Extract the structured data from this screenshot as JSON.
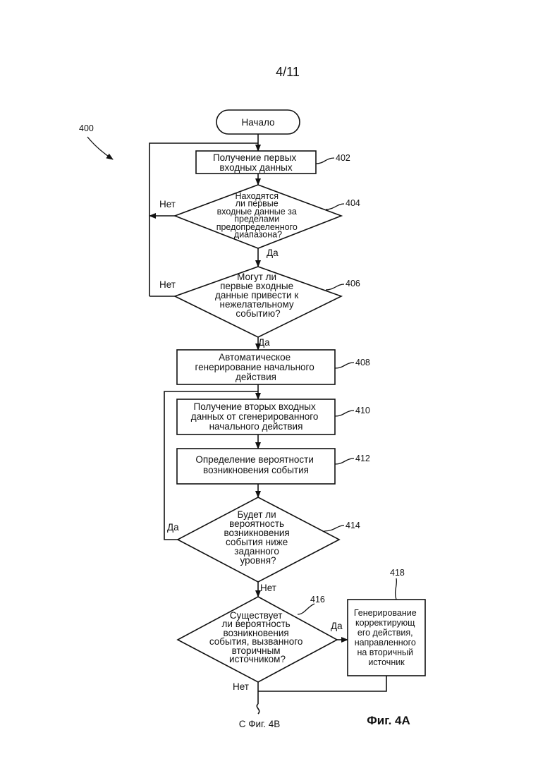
{
  "page_number": "4/11",
  "diagram_ref": "400",
  "figure_caption": "Фиг. 4А",
  "connector_label": "С Фиг. 4В",
  "nodes": {
    "start": {
      "lines": [
        "Начало"
      ]
    },
    "n402": {
      "ref": "402",
      "lines": [
        "Получение первых",
        "входных данных"
      ]
    },
    "n404": {
      "ref": "404",
      "lines": [
        "Находятся",
        "ли первые",
        "входные данные за",
        "пределами",
        "предопределенного",
        "диапазона?"
      ]
    },
    "n406": {
      "ref": "406",
      "lines": [
        "Могут ли",
        "первые входные",
        "данные привести к",
        "нежелательному",
        "событию?"
      ]
    },
    "n408": {
      "ref": "408",
      "lines": [
        "Автоматическое",
        "генерирование начального",
        "действия"
      ]
    },
    "n410": {
      "ref": "410",
      "lines": [
        "Получение вторых входных",
        "данных от сгенерированного",
        "начального действия"
      ]
    },
    "n412": {
      "ref": "412",
      "lines": [
        "Определение вероятности",
        "возникновения события"
      ]
    },
    "n414": {
      "ref": "414",
      "lines": [
        "Будет ли",
        "вероятность",
        "возникновения",
        "события ниже",
        "заданного",
        "уровня?"
      ]
    },
    "n416": {
      "ref": "416",
      "lines": [
        "Существует",
        "ли вероятность",
        "возникновения",
        "события, вызванного",
        "вторичным",
        "источником?"
      ]
    },
    "n418": {
      "ref": "418",
      "lines": [
        "Генерирование",
        "корректирующ",
        "его действия,",
        "направленного",
        "на вторичный",
        "источник"
      ]
    }
  },
  "edge_labels": {
    "n404_no": "Нет",
    "n404_yes": "Да",
    "n406_no": "Нет",
    "n406_yes": "Да",
    "n414_yes": "Да",
    "n414_no": "Нет",
    "n416_yes": "Да",
    "n416_no": "Нет"
  }
}
